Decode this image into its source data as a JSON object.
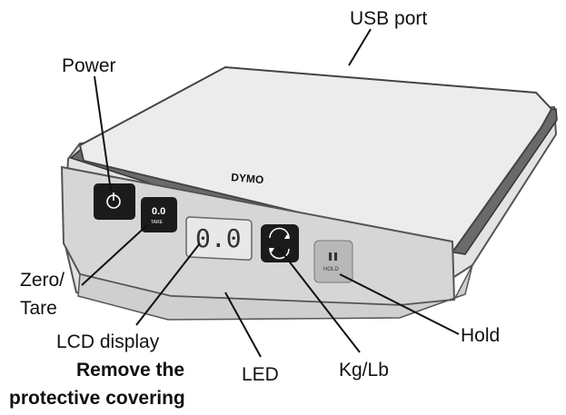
{
  "labels": {
    "usb_port": "USB port",
    "power": "Power",
    "zero_tare_line1": "Zero/",
    "zero_tare_line2": "Tare",
    "lcd_display": "LCD display",
    "remove_line1": "Remove the",
    "remove_line2": "protective covering",
    "led": "LED",
    "kg_lb": "Kg/Lb",
    "hold": "Hold"
  },
  "device": {
    "brand": "DYMO",
    "lcd_reading": "0.0",
    "tare_button_text": "0.0",
    "tare_button_subtext": "TARE",
    "hold_button_text": "HOLD"
  }
}
